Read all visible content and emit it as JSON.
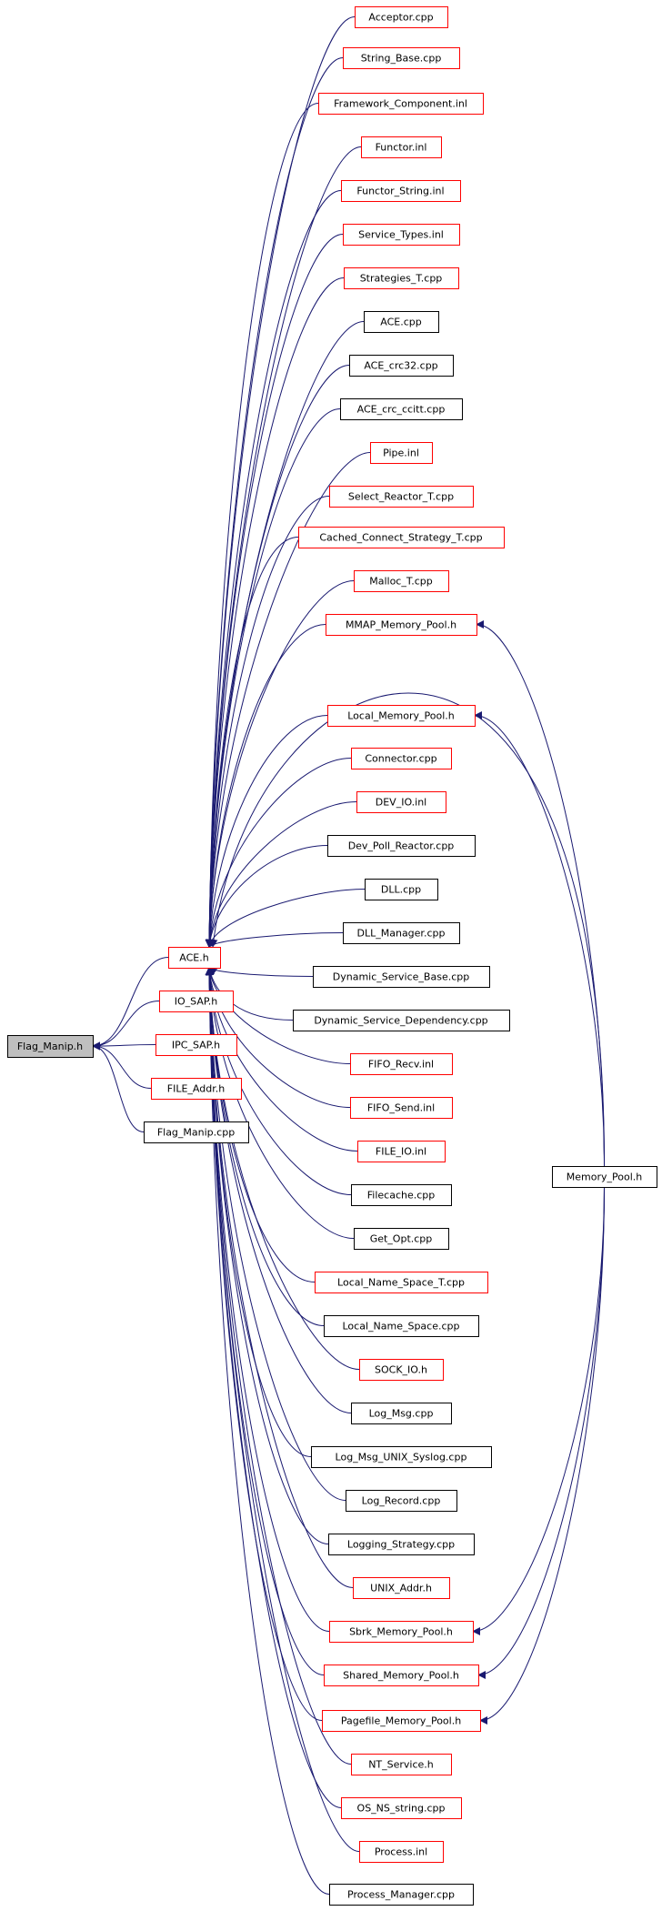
{
  "colors": {
    "edge": "#191970",
    "border_linked": "#ff0000",
    "border_plain": "#000000",
    "root_fill": "#bfbfbf",
    "node_fill": "#ffffff"
  },
  "nodes": [
    {
      "id": "flag_manip_h",
      "label": "Flag_Manip.h",
      "style": "root"
    },
    {
      "id": "ace_h",
      "label": "ACE.h",
      "style": "linked"
    },
    {
      "id": "io_sap_h",
      "label": "IO_SAP.h",
      "style": "linked"
    },
    {
      "id": "ipc_sap_h",
      "label": "IPC_SAP.h",
      "style": "linked"
    },
    {
      "id": "file_addr_h",
      "label": "FILE_Addr.h",
      "style": "linked"
    },
    {
      "id": "flag_manip_cpp",
      "label": "Flag_Manip.cpp",
      "style": "plain"
    },
    {
      "id": "acceptor_cpp",
      "label": "Acceptor.cpp",
      "style": "linked"
    },
    {
      "id": "string_base_cpp",
      "label": "String_Base.cpp",
      "style": "linked"
    },
    {
      "id": "framework_component_inl",
      "label": "Framework_Component.inl",
      "style": "linked"
    },
    {
      "id": "functor_inl",
      "label": "Functor.inl",
      "style": "linked"
    },
    {
      "id": "functor_string_inl",
      "label": "Functor_String.inl",
      "style": "linked"
    },
    {
      "id": "service_types_inl",
      "label": "Service_Types.inl",
      "style": "linked"
    },
    {
      "id": "strategies_t_cpp",
      "label": "Strategies_T.cpp",
      "style": "linked"
    },
    {
      "id": "ace_cpp",
      "label": "ACE.cpp",
      "style": "plain"
    },
    {
      "id": "ace_crc32_cpp",
      "label": "ACE_crc32.cpp",
      "style": "plain"
    },
    {
      "id": "ace_crc_ccitt_cpp",
      "label": "ACE_crc_ccitt.cpp",
      "style": "plain"
    },
    {
      "id": "pipe_inl",
      "label": "Pipe.inl",
      "style": "linked"
    },
    {
      "id": "select_reactor_t_cpp",
      "label": "Select_Reactor_T.cpp",
      "style": "linked"
    },
    {
      "id": "cached_connect_strategy_t_cpp",
      "label": "Cached_Connect_Strategy_T.cpp",
      "style": "linked"
    },
    {
      "id": "malloc_t_cpp",
      "label": "Malloc_T.cpp",
      "style": "linked"
    },
    {
      "id": "mmap_memory_pool_h",
      "label": "MMAP_Memory_Pool.h",
      "style": "linked"
    },
    {
      "id": "local_memory_pool_h",
      "label": "Local_Memory_Pool.h",
      "style": "linked"
    },
    {
      "id": "connector_cpp",
      "label": "Connector.cpp",
      "style": "linked"
    },
    {
      "id": "dev_io_inl",
      "label": "DEV_IO.inl",
      "style": "linked"
    },
    {
      "id": "dev_poll_reactor_cpp",
      "label": "Dev_Poll_Reactor.cpp",
      "style": "plain"
    },
    {
      "id": "dll_cpp",
      "label": "DLL.cpp",
      "style": "plain"
    },
    {
      "id": "dll_manager_cpp",
      "label": "DLL_Manager.cpp",
      "style": "plain"
    },
    {
      "id": "dynamic_service_base_cpp",
      "label": "Dynamic_Service_Base.cpp",
      "style": "plain"
    },
    {
      "id": "dynamic_service_dependency_cpp",
      "label": "Dynamic_Service_Dependency.cpp",
      "style": "plain"
    },
    {
      "id": "fifo_recv_inl",
      "label": "FIFO_Recv.inl",
      "style": "linked"
    },
    {
      "id": "fifo_send_inl",
      "label": "FIFO_Send.inl",
      "style": "linked"
    },
    {
      "id": "file_io_inl",
      "label": "FILE_IO.inl",
      "style": "linked"
    },
    {
      "id": "filecache_cpp",
      "label": "Filecache.cpp",
      "style": "plain"
    },
    {
      "id": "get_opt_cpp",
      "label": "Get_Opt.cpp",
      "style": "plain"
    },
    {
      "id": "local_name_space_t_cpp",
      "label": "Local_Name_Space_T.cpp",
      "style": "linked"
    },
    {
      "id": "local_name_space_cpp",
      "label": "Local_Name_Space.cpp",
      "style": "plain"
    },
    {
      "id": "sock_io_h",
      "label": "SOCK_IO.h",
      "style": "linked"
    },
    {
      "id": "log_msg_cpp",
      "label": "Log_Msg.cpp",
      "style": "plain"
    },
    {
      "id": "log_msg_unix_syslog_cpp",
      "label": "Log_Msg_UNIX_Syslog.cpp",
      "style": "plain"
    },
    {
      "id": "log_record_cpp",
      "label": "Log_Record.cpp",
      "style": "plain"
    },
    {
      "id": "logging_strategy_cpp",
      "label": "Logging_Strategy.cpp",
      "style": "plain"
    },
    {
      "id": "unix_addr_h",
      "label": "UNIX_Addr.h",
      "style": "linked"
    },
    {
      "id": "sbrk_memory_pool_h",
      "label": "Sbrk_Memory_Pool.h",
      "style": "linked"
    },
    {
      "id": "shared_memory_pool_h",
      "label": "Shared_Memory_Pool.h",
      "style": "linked"
    },
    {
      "id": "pagefile_memory_pool_h",
      "label": "Pagefile_Memory_Pool.h",
      "style": "linked"
    },
    {
      "id": "nt_service_h",
      "label": "NT_Service.h",
      "style": "linked"
    },
    {
      "id": "os_ns_string_cpp",
      "label": "OS_NS_string.cpp",
      "style": "linked"
    },
    {
      "id": "process_inl",
      "label": "Process.inl",
      "style": "linked"
    },
    {
      "id": "process_manager_cpp",
      "label": "Process_Manager.cpp",
      "style": "plain"
    },
    {
      "id": "memory_pool_h",
      "label": "Memory_Pool.h",
      "style": "plain"
    }
  ],
  "edges": [
    {
      "from": "ace_h",
      "to": "flag_manip_h"
    },
    {
      "from": "io_sap_h",
      "to": "flag_manip_h"
    },
    {
      "from": "ipc_sap_h",
      "to": "flag_manip_h"
    },
    {
      "from": "file_addr_h",
      "to": "flag_manip_h"
    },
    {
      "from": "flag_manip_cpp",
      "to": "flag_manip_h"
    },
    {
      "from": "acceptor_cpp",
      "to": "ace_h"
    },
    {
      "from": "string_base_cpp",
      "to": "ace_h"
    },
    {
      "from": "framework_component_inl",
      "to": "ace_h"
    },
    {
      "from": "functor_inl",
      "to": "ace_h"
    },
    {
      "from": "functor_string_inl",
      "to": "ace_h"
    },
    {
      "from": "service_types_inl",
      "to": "ace_h"
    },
    {
      "from": "strategies_t_cpp",
      "to": "ace_h"
    },
    {
      "from": "ace_cpp",
      "to": "ace_h"
    },
    {
      "from": "ace_crc32_cpp",
      "to": "ace_h"
    },
    {
      "from": "ace_crc_ccitt_cpp",
      "to": "ace_h"
    },
    {
      "from": "pipe_inl",
      "to": "ace_h"
    },
    {
      "from": "select_reactor_t_cpp",
      "to": "ace_h"
    },
    {
      "from": "cached_connect_strategy_t_cpp",
      "to": "ace_h"
    },
    {
      "from": "malloc_t_cpp",
      "to": "ace_h"
    },
    {
      "from": "mmap_memory_pool_h",
      "to": "ace_h"
    },
    {
      "from": "memory_pool_h",
      "to": "ace_h"
    },
    {
      "from": "local_memory_pool_h",
      "to": "ace_h"
    },
    {
      "from": "connector_cpp",
      "to": "ace_h"
    },
    {
      "from": "dev_io_inl",
      "to": "ace_h"
    },
    {
      "from": "dev_poll_reactor_cpp",
      "to": "ace_h"
    },
    {
      "from": "dll_cpp",
      "to": "ace_h"
    },
    {
      "from": "dll_manager_cpp",
      "to": "ace_h"
    },
    {
      "from": "dynamic_service_base_cpp",
      "to": "ace_h"
    },
    {
      "from": "dynamic_service_dependency_cpp",
      "to": "ace_h"
    },
    {
      "from": "fifo_recv_inl",
      "to": "ace_h"
    },
    {
      "from": "fifo_send_inl",
      "to": "ace_h"
    },
    {
      "from": "file_io_inl",
      "to": "ace_h"
    },
    {
      "from": "filecache_cpp",
      "to": "ace_h"
    },
    {
      "from": "get_opt_cpp",
      "to": "ace_h"
    },
    {
      "from": "local_name_space_t_cpp",
      "to": "ace_h"
    },
    {
      "from": "local_name_space_cpp",
      "to": "ace_h"
    },
    {
      "from": "sock_io_h",
      "to": "ace_h"
    },
    {
      "from": "log_msg_cpp",
      "to": "ace_h"
    },
    {
      "from": "log_msg_unix_syslog_cpp",
      "to": "ace_h"
    },
    {
      "from": "log_record_cpp",
      "to": "ace_h"
    },
    {
      "from": "logging_strategy_cpp",
      "to": "ace_h"
    },
    {
      "from": "unix_addr_h",
      "to": "ace_h"
    },
    {
      "from": "sbrk_memory_pool_h",
      "to": "ace_h"
    },
    {
      "from": "shared_memory_pool_h",
      "to": "ace_h"
    },
    {
      "from": "pagefile_memory_pool_h",
      "to": "ace_h"
    },
    {
      "from": "nt_service_h",
      "to": "ace_h"
    },
    {
      "from": "os_ns_string_cpp",
      "to": "ace_h"
    },
    {
      "from": "process_inl",
      "to": "ace_h"
    },
    {
      "from": "process_manager_cpp",
      "to": "ace_h"
    },
    {
      "from": "memory_pool_h",
      "to": "mmap_memory_pool_h"
    },
    {
      "from": "memory_pool_h",
      "to": "local_memory_pool_h"
    },
    {
      "from": "memory_pool_h",
      "to": "sbrk_memory_pool_h"
    },
    {
      "from": "memory_pool_h",
      "to": "shared_memory_pool_h"
    },
    {
      "from": "memory_pool_h",
      "to": "pagefile_memory_pool_h"
    }
  ]
}
